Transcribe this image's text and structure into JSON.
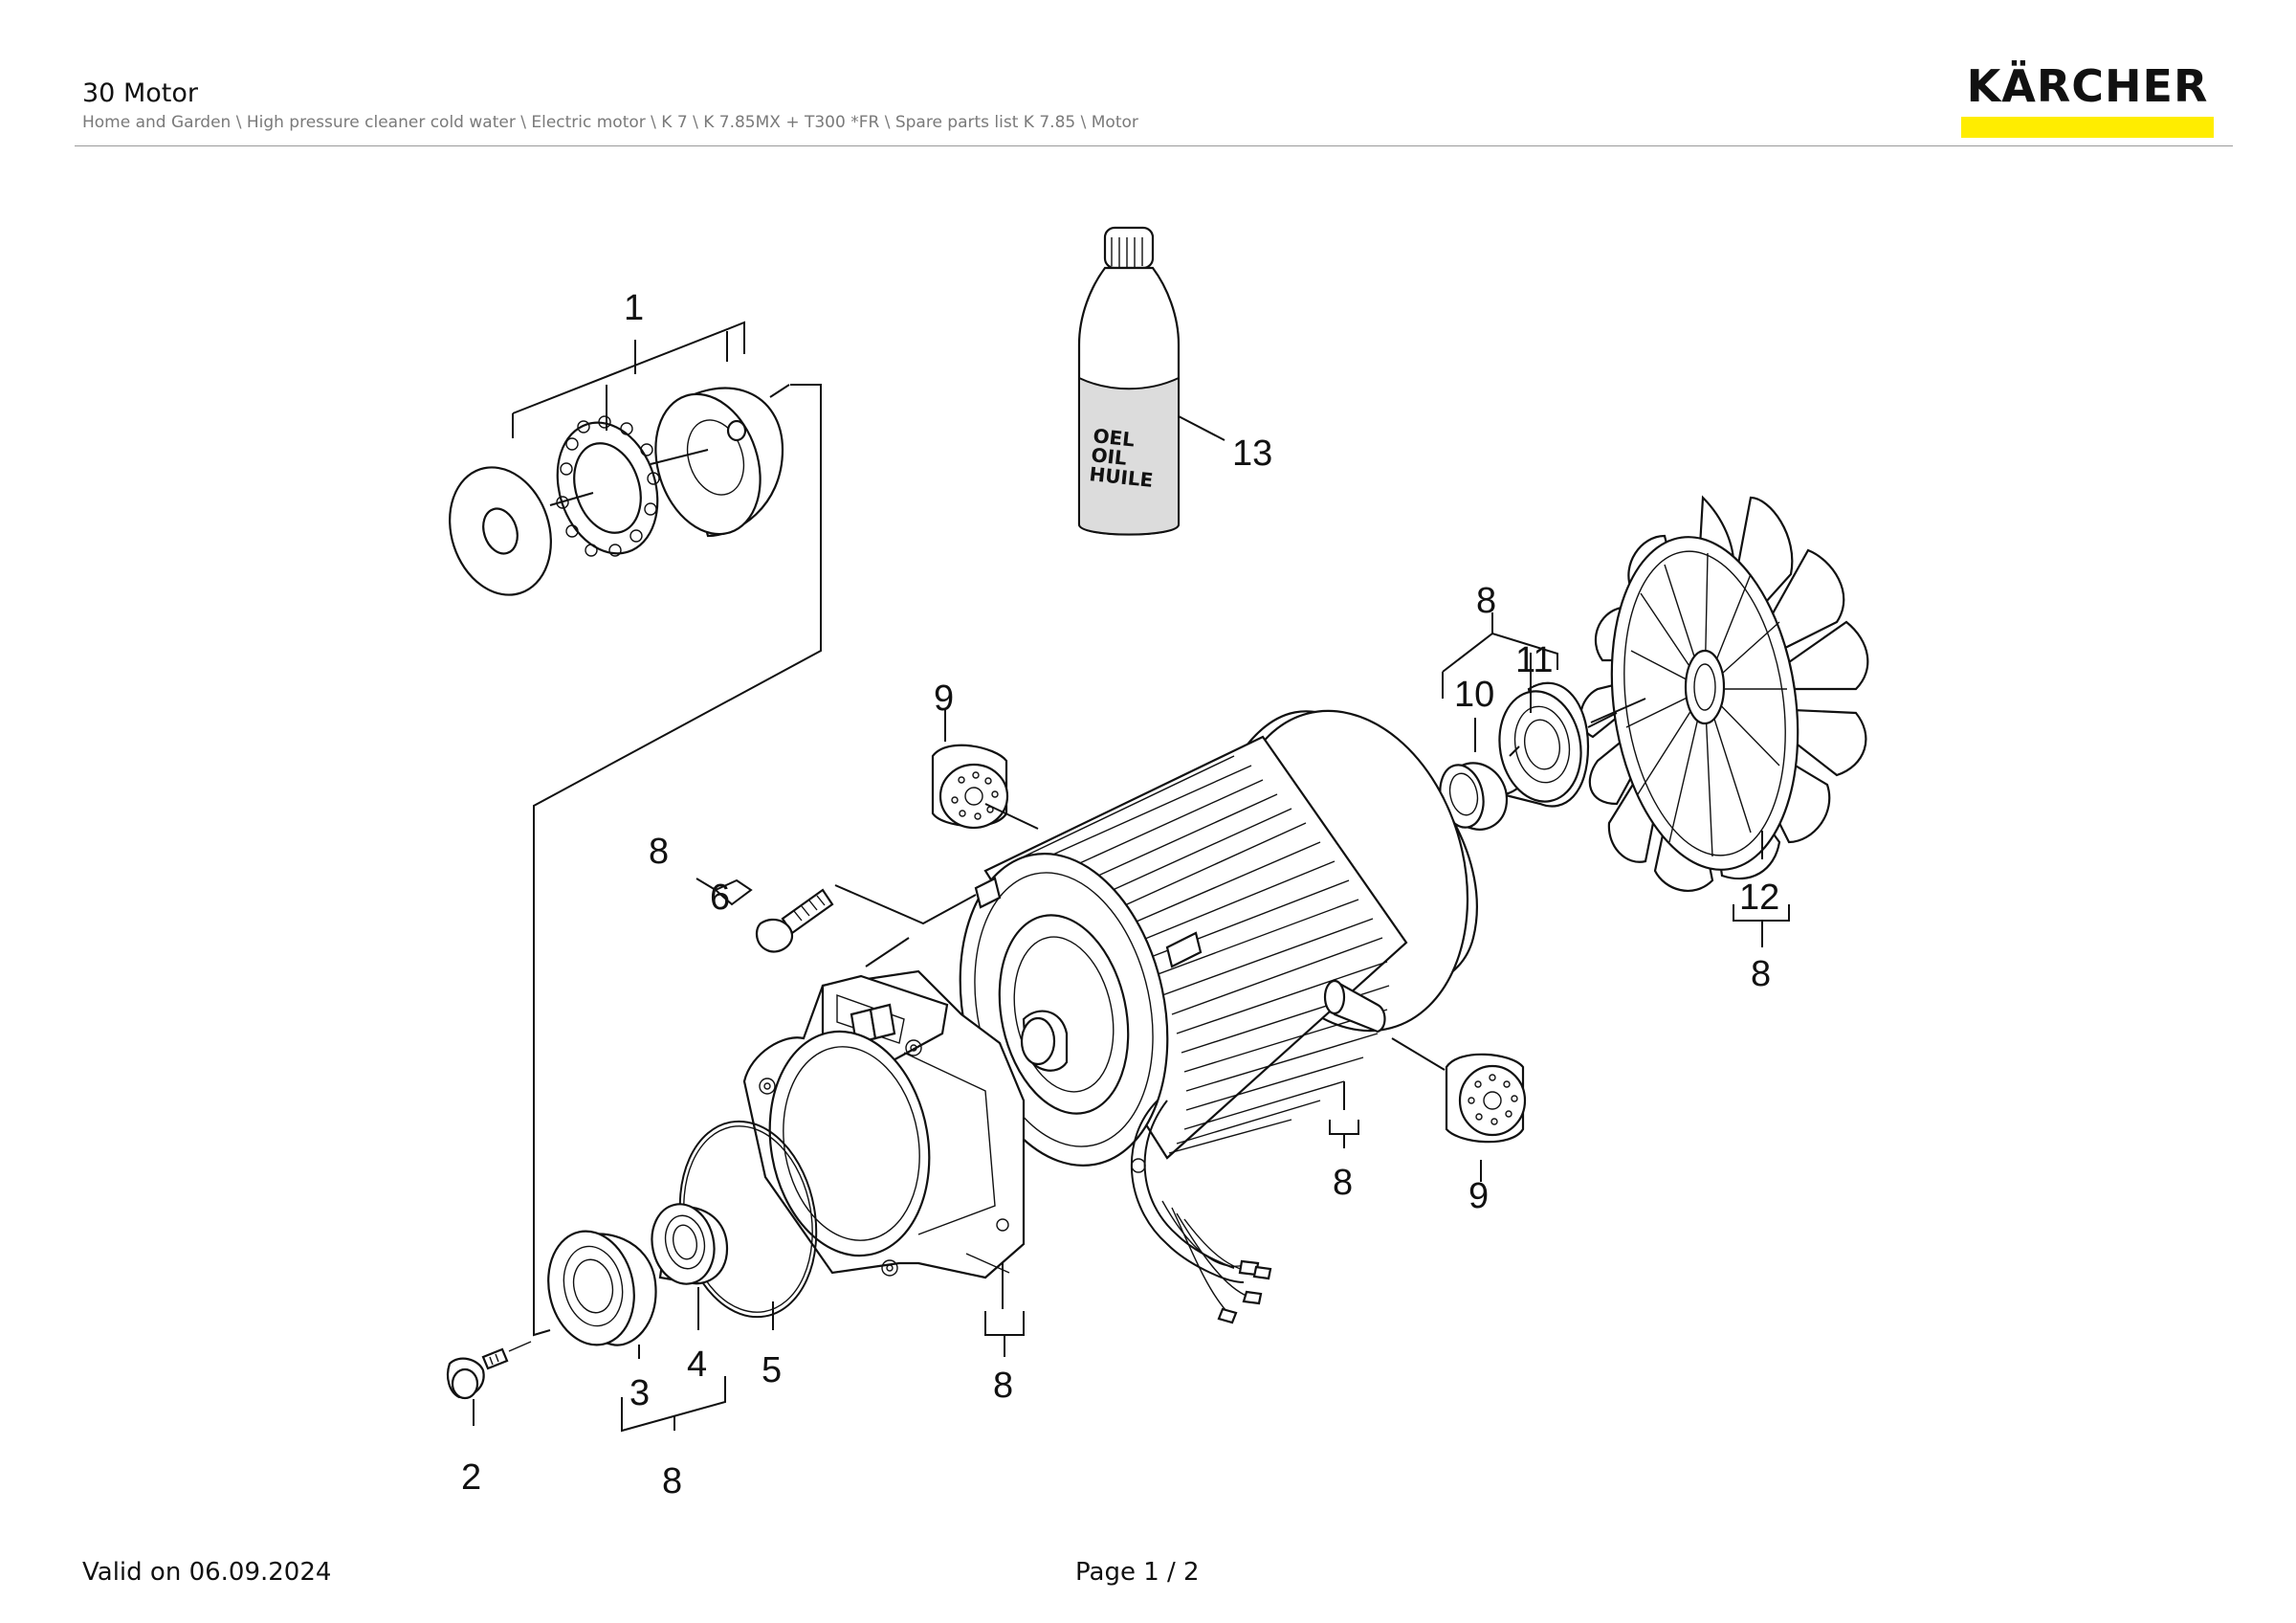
{
  "header": {
    "title": "30 Motor",
    "breadcrumb": "Home and Garden \\ High pressure cleaner cold water \\ Electric motor \\ K 7 \\ K 7.85MX + T300 *FR \\ Spare parts list K 7.85 \\ Motor",
    "logo_text": "KÄRCHER",
    "brand_color": "#ffed00"
  },
  "diagram": {
    "bottle_label": [
      "OEL",
      "OIL",
      "HUILE"
    ],
    "callouts": [
      "1",
      "13",
      "8",
      "9",
      "10",
      "11",
      "8",
      "6",
      "12",
      "8",
      "8",
      "9",
      "8",
      "3",
      "4",
      "5",
      "2",
      "8"
    ]
  },
  "footer": {
    "valid_on": "Valid on 06.09.2024",
    "page": "Page 1 / 2"
  }
}
